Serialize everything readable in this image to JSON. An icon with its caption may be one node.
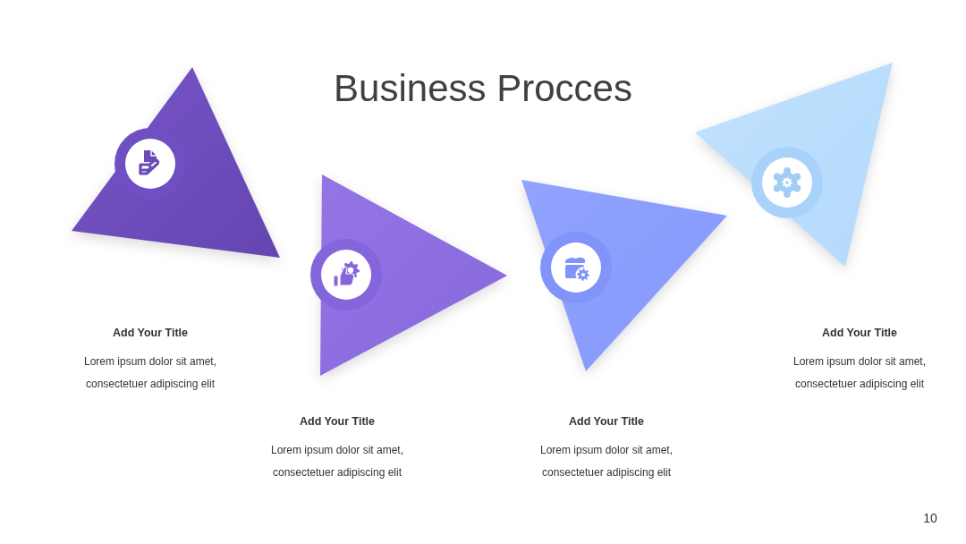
{
  "diagram": {
    "title": "Business Procces",
    "nodes": [
      {
        "text": [],
        "shape": "triangle",
        "beside": [
          "Add Your Title",
          "Lorem ipsum dolor sit amet, consectetuer adipiscing elit"
        ]
      },
      {
        "text": [],
        "shape": "triangle",
        "beside": [
          "Add Your Title",
          "Lorem ipsum dolor sit amet, consectetuer adipiscing elit"
        ]
      },
      {
        "text": [],
        "shape": "triangle",
        "beside": [
          "Add Your Title",
          "Lorem ipsum dolor sit amet, consectetuer adipiscing elit"
        ]
      },
      {
        "text": [],
        "shape": "triangle",
        "beside": [
          "Add Your Title",
          "Lorem ipsum dolor sit amet, consectetuer adipiscing elit"
        ]
      }
    ],
    "labels": [
      "10"
    ]
  }
}
